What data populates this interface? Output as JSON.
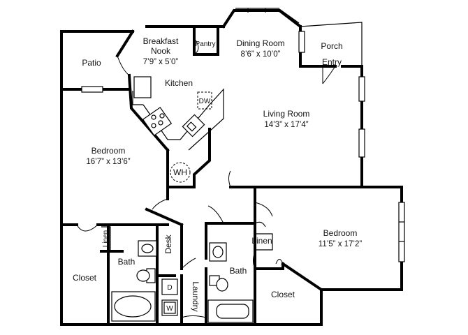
{
  "rooms": {
    "breakfast": {
      "name": "Breakfast",
      "name2": "Nook",
      "dims": "7’9” x 5’0”"
    },
    "pantry": {
      "name": "Pantry"
    },
    "dining": {
      "name": "Dining Room",
      "dims": "8’6” x 10’0”"
    },
    "porch": {
      "name": "Porch"
    },
    "entry": {
      "name": "Entry"
    },
    "patio": {
      "name": "Patio"
    },
    "kitchen": {
      "name": "Kitchen"
    },
    "dw": {
      "name": "DW"
    },
    "living": {
      "name": "Living Room",
      "dims": "14’3” x 17’4”"
    },
    "bedroom1": {
      "name": "Bedroom",
      "dims": "16’7” x 13’6”"
    },
    "wh": {
      "name": "WH"
    },
    "bedroom2": {
      "name": "Bedroom",
      "dims": "11’5” x 17’2”"
    },
    "linen1": {
      "name": "Linen"
    },
    "linen2": {
      "name": "Linen"
    },
    "closet1": {
      "name": "Closet"
    },
    "bath1": {
      "name": "Bath"
    },
    "desk": {
      "name": "Desk"
    },
    "laundry": {
      "name": "Laundry"
    },
    "dryer": {
      "name": "D"
    },
    "washer": {
      "name": "W"
    },
    "bath2": {
      "name": "Bath"
    },
    "closet2": {
      "name": "Closet"
    }
  }
}
